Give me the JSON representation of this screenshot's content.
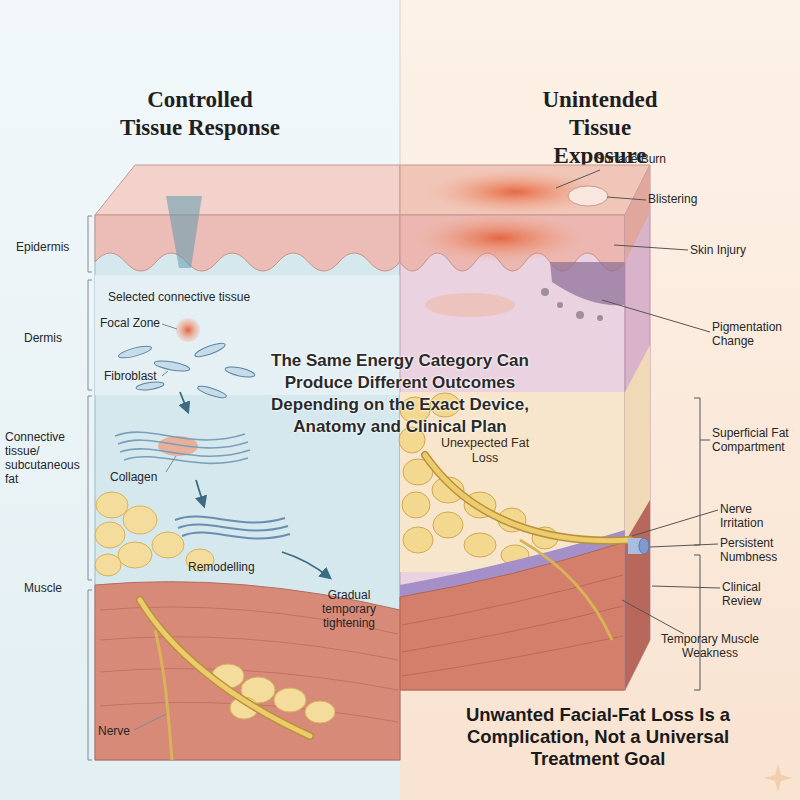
{
  "diagram": {
    "nodes": [
      {
        "text": [
          "Controlled Tissue Response"
        ]
      },
      {
        "text": [
          "Unintended Tissue Exposure",
          "Unwanted Facial-Fat Loss Is a Complication, Not a Universal Treatment Goal"
        ]
      }
    ],
    "labels": [
      "The Same Energy Category Can Produce Different Outcomes Depending on the Exact Device, Anatomy and Clinical Plan",
      "Epidermis",
      "Dermis",
      "Connective tissue/ subcutaneous fat",
      "Muscle",
      "Selected connective tissue",
      "Focal Zone",
      "Fibroblast",
      "Collagen",
      "Remodelling",
      "Gradual temporary tightening",
      "Nerve",
      "Surface Burn",
      "Blistering",
      "Skin Injury",
      "Pigmentation Change",
      "Superficial Fat Compartment",
      "Unexpected Fat Loss",
      "Nerve Irritation",
      "Persistent Numbness",
      "Clinical Review",
      "Temporary Muscle Weakness"
    ]
  }
}
